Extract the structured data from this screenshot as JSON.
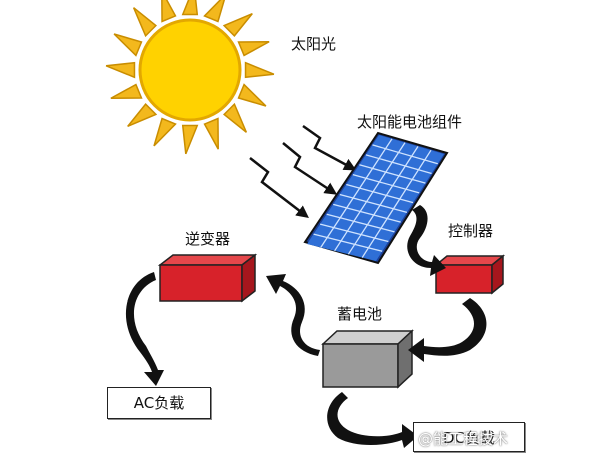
{
  "labels": {
    "sun": "太阳光",
    "panel": "太阳能电池组件",
    "inverter": "逆变器",
    "controller": "控制器",
    "battery": "蓄电池",
    "ac_load": "AC负载",
    "dc_load": "DC负载"
  },
  "watermark": "@能工程技术",
  "colors": {
    "sun": "#ffd200",
    "sun_ray": "#f3b81d",
    "panel": "#1f4fb8",
    "inverter": "#d7222a",
    "controller": "#d7222a",
    "battery": "#9a9a9a",
    "arrow": "#111111"
  }
}
